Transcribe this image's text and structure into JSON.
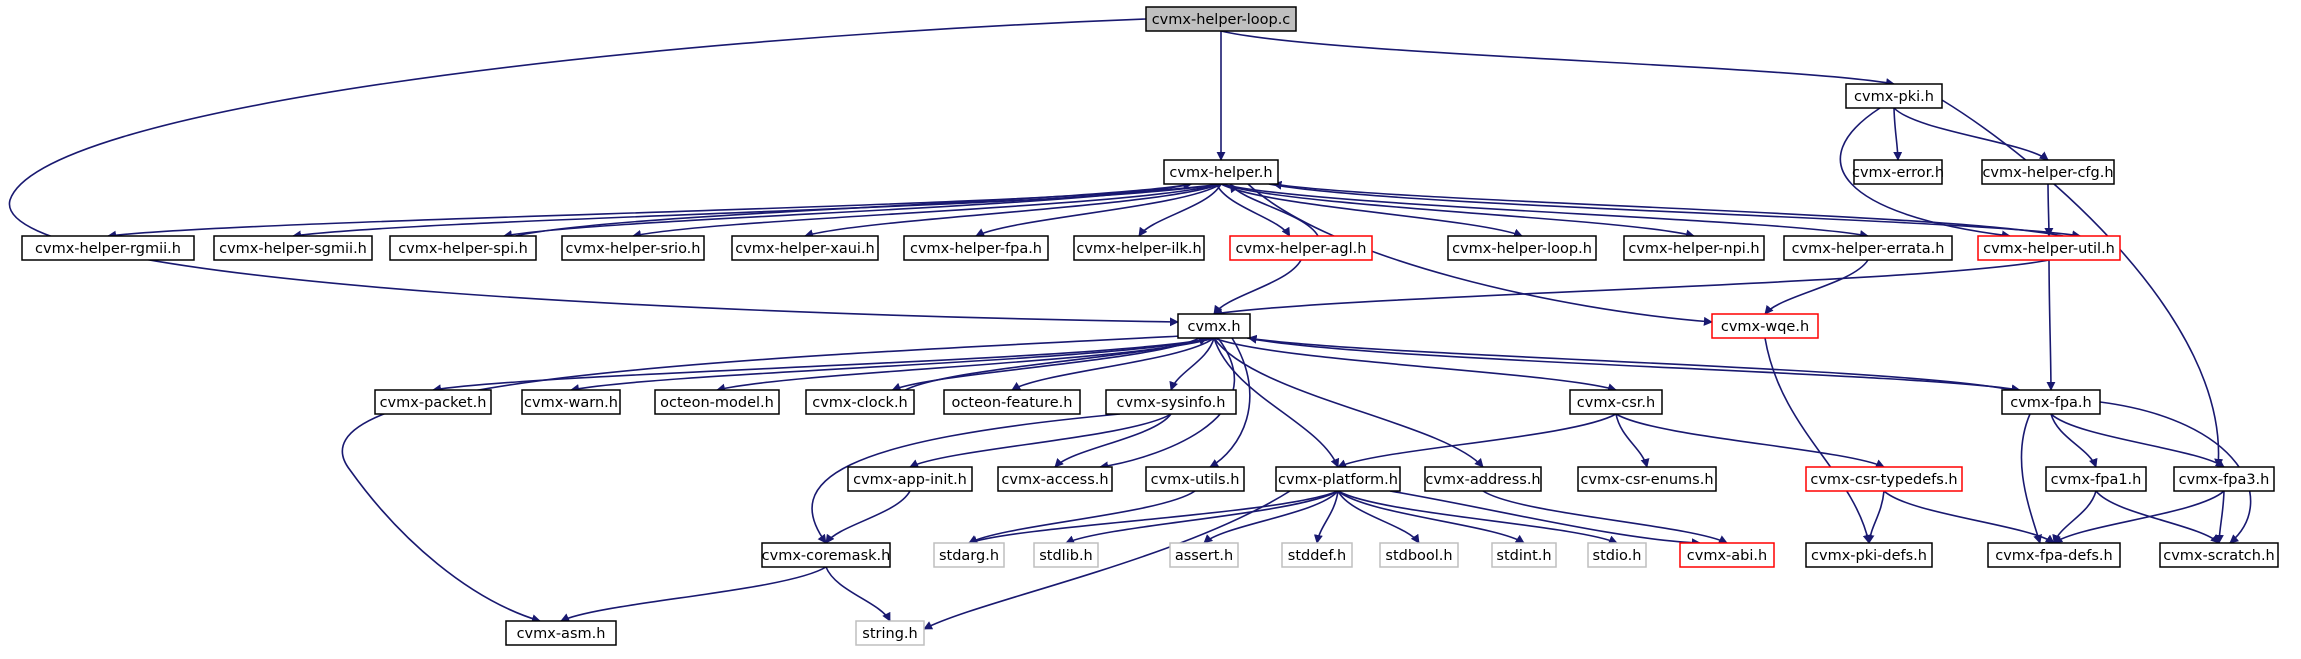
{
  "graph": {
    "colors": {
      "edge": "#191970",
      "root_fill": "#bfbfbf",
      "default_border": "#000000",
      "partial_border": "#ff0000",
      "external_border": "#bfbfbf",
      "external_text": "#808080"
    },
    "nodes": [
      {
        "id": "root",
        "label": "cvmx-helper-loop.c",
        "kind": "root"
      },
      {
        "id": "helper",
        "label": "cvmx-helper.h",
        "kind": "normal"
      },
      {
        "id": "pki",
        "label": "cvmx-pki.h",
        "kind": "normal"
      },
      {
        "id": "error",
        "label": "cvmx-error.h",
        "kind": "normal"
      },
      {
        "id": "hcfg",
        "label": "cvmx-helper-cfg.h",
        "kind": "normal"
      },
      {
        "id": "rgmii",
        "label": "cvmx-helper-rgmii.h",
        "kind": "normal"
      },
      {
        "id": "sgmii",
        "label": "cvmx-helper-sgmii.h",
        "kind": "normal"
      },
      {
        "id": "spi",
        "label": "cvmx-helper-spi.h",
        "kind": "normal"
      },
      {
        "id": "srio",
        "label": "cvmx-helper-srio.h",
        "kind": "normal"
      },
      {
        "id": "xaui",
        "label": "cvmx-helper-xaui.h",
        "kind": "normal"
      },
      {
        "id": "hfpa",
        "label": "cvmx-helper-fpa.h",
        "kind": "normal"
      },
      {
        "id": "ilk",
        "label": "cvmx-helper-ilk.h",
        "kind": "normal"
      },
      {
        "id": "agl",
        "label": "cvmx-helper-agl.h",
        "kind": "partial"
      },
      {
        "id": "hloop",
        "label": "cvmx-helper-loop.h",
        "kind": "normal"
      },
      {
        "id": "npi",
        "label": "cvmx-helper-npi.h",
        "kind": "normal"
      },
      {
        "id": "errata",
        "label": "cvmx-helper-errata.h",
        "kind": "normal"
      },
      {
        "id": "util",
        "label": "cvmx-helper-util.h",
        "kind": "partial"
      },
      {
        "id": "cvmx",
        "label": "cvmx.h",
        "kind": "normal"
      },
      {
        "id": "wqe",
        "label": "cvmx-wqe.h",
        "kind": "partial"
      },
      {
        "id": "packet",
        "label": "cvmx-packet.h",
        "kind": "normal"
      },
      {
        "id": "warn",
        "label": "cvmx-warn.h",
        "kind": "normal"
      },
      {
        "id": "omodel",
        "label": "octeon-model.h",
        "kind": "normal"
      },
      {
        "id": "clock",
        "label": "cvmx-clock.h",
        "kind": "normal"
      },
      {
        "id": "ofeat",
        "label": "octeon-feature.h",
        "kind": "normal"
      },
      {
        "id": "sysinfo",
        "label": "cvmx-sysinfo.h",
        "kind": "normal"
      },
      {
        "id": "csr",
        "label": "cvmx-csr.h",
        "kind": "normal"
      },
      {
        "id": "fpa",
        "label": "cvmx-fpa.h",
        "kind": "normal"
      },
      {
        "id": "appinit",
        "label": "cvmx-app-init.h",
        "kind": "normal"
      },
      {
        "id": "access",
        "label": "cvmx-access.h",
        "kind": "normal"
      },
      {
        "id": "utils",
        "label": "cvmx-utils.h",
        "kind": "normal"
      },
      {
        "id": "platform",
        "label": "cvmx-platform.h",
        "kind": "normal"
      },
      {
        "id": "address",
        "label": "cvmx-address.h",
        "kind": "normal"
      },
      {
        "id": "csrenums",
        "label": "cvmx-csr-enums.h",
        "kind": "normal"
      },
      {
        "id": "csrtypedefs",
        "label": "cvmx-csr-typedefs.h",
        "kind": "partial"
      },
      {
        "id": "fpa1",
        "label": "cvmx-fpa1.h",
        "kind": "normal"
      },
      {
        "id": "fpa3",
        "label": "cvmx-fpa3.h",
        "kind": "normal"
      },
      {
        "id": "coremask",
        "label": "cvmx-coremask.h",
        "kind": "normal"
      },
      {
        "id": "stdarg",
        "label": "stdarg.h",
        "kind": "external"
      },
      {
        "id": "stdlib",
        "label": "stdlib.h",
        "kind": "external"
      },
      {
        "id": "assert",
        "label": "assert.h",
        "kind": "external"
      },
      {
        "id": "stddef",
        "label": "stddef.h",
        "kind": "external"
      },
      {
        "id": "stdbool",
        "label": "stdbool.h",
        "kind": "external"
      },
      {
        "id": "stdint",
        "label": "stdint.h",
        "kind": "external"
      },
      {
        "id": "stdio",
        "label": "stdio.h",
        "kind": "external"
      },
      {
        "id": "abi",
        "label": "cvmx-abi.h",
        "kind": "partial"
      },
      {
        "id": "pkidefs",
        "label": "cvmx-pki-defs.h",
        "kind": "normal"
      },
      {
        "id": "fpadefs",
        "label": "cvmx-fpa-defs.h",
        "kind": "normal"
      },
      {
        "id": "scratch",
        "label": "cvmx-scratch.h",
        "kind": "normal"
      },
      {
        "id": "asm",
        "label": "cvmx-asm.h",
        "kind": "normal"
      },
      {
        "id": "string",
        "label": "string.h",
        "kind": "external"
      }
    ],
    "edges": [
      [
        "root",
        "helper"
      ],
      [
        "root",
        "pki"
      ],
      [
        "root",
        "cvmx"
      ],
      [
        "pki",
        "error"
      ],
      [
        "pki",
        "hcfg"
      ],
      [
        "pki",
        "util"
      ],
      [
        "pki",
        "fpa3"
      ],
      [
        "hcfg",
        "util"
      ],
      [
        "helper",
        "rgmii"
      ],
      [
        "helper",
        "sgmii"
      ],
      [
        "helper",
        "spi"
      ],
      [
        "spi",
        "helper"
      ],
      [
        "helper",
        "srio"
      ],
      [
        "helper",
        "xaui"
      ],
      [
        "helper",
        "hfpa"
      ],
      [
        "helper",
        "ilk"
      ],
      [
        "helper",
        "agl"
      ],
      [
        "agl",
        "helper"
      ],
      [
        "helper",
        "hloop"
      ],
      [
        "helper",
        "npi"
      ],
      [
        "helper",
        "errata"
      ],
      [
        "helper",
        "util"
      ],
      [
        "util",
        "helper"
      ],
      [
        "helper",
        "wqe"
      ],
      [
        "agl",
        "cvmx"
      ],
      [
        "util",
        "cvmx"
      ],
      [
        "util",
        "fpa"
      ],
      [
        "errata",
        "wqe"
      ],
      [
        "wqe",
        "pkidefs"
      ],
      [
        "cvmx",
        "packet"
      ],
      [
        "cvmx",
        "warn"
      ],
      [
        "cvmx",
        "omodel"
      ],
      [
        "cvmx",
        "clock"
      ],
      [
        "clock",
        "cvmx"
      ],
      [
        "cvmx",
        "ofeat"
      ],
      [
        "cvmx",
        "sysinfo"
      ],
      [
        "cvmx",
        "csr"
      ],
      [
        "cvmx",
        "fpa"
      ],
      [
        "fpa",
        "cvmx"
      ],
      [
        "cvmx",
        "access"
      ],
      [
        "cvmx",
        "utils"
      ],
      [
        "cvmx",
        "platform"
      ],
      [
        "cvmx",
        "address"
      ],
      [
        "cvmx",
        "asm"
      ],
      [
        "sysinfo",
        "appinit"
      ],
      [
        "sysinfo",
        "access"
      ],
      [
        "sysinfo",
        "coremask"
      ],
      [
        "appinit",
        "coremask"
      ],
      [
        "csr",
        "platform"
      ],
      [
        "csr",
        "csrenums"
      ],
      [
        "csr",
        "csrtypedefs"
      ],
      [
        "csrtypedefs",
        "pkidefs"
      ],
      [
        "csrtypedefs",
        "fpadefs"
      ],
      [
        "fpa",
        "fpa1"
      ],
      [
        "fpa",
        "fpa3"
      ],
      [
        "fpa",
        "fpadefs"
      ],
      [
        "fpa",
        "scratch"
      ],
      [
        "fpa1",
        "fpadefs"
      ],
      [
        "fpa1",
        "scratch"
      ],
      [
        "fpa3",
        "fpadefs"
      ],
      [
        "fpa3",
        "scratch"
      ],
      [
        "utils",
        "stdarg"
      ],
      [
        "platform",
        "stdarg"
      ],
      [
        "platform",
        "stdlib"
      ],
      [
        "platform",
        "assert"
      ],
      [
        "platform",
        "stddef"
      ],
      [
        "platform",
        "stdbool"
      ],
      [
        "platform",
        "stdint"
      ],
      [
        "platform",
        "stdio"
      ],
      [
        "platform",
        "abi"
      ],
      [
        "platform",
        "string"
      ],
      [
        "address",
        "abi"
      ],
      [
        "coremask",
        "asm"
      ],
      [
        "coremask",
        "string"
      ]
    ]
  }
}
